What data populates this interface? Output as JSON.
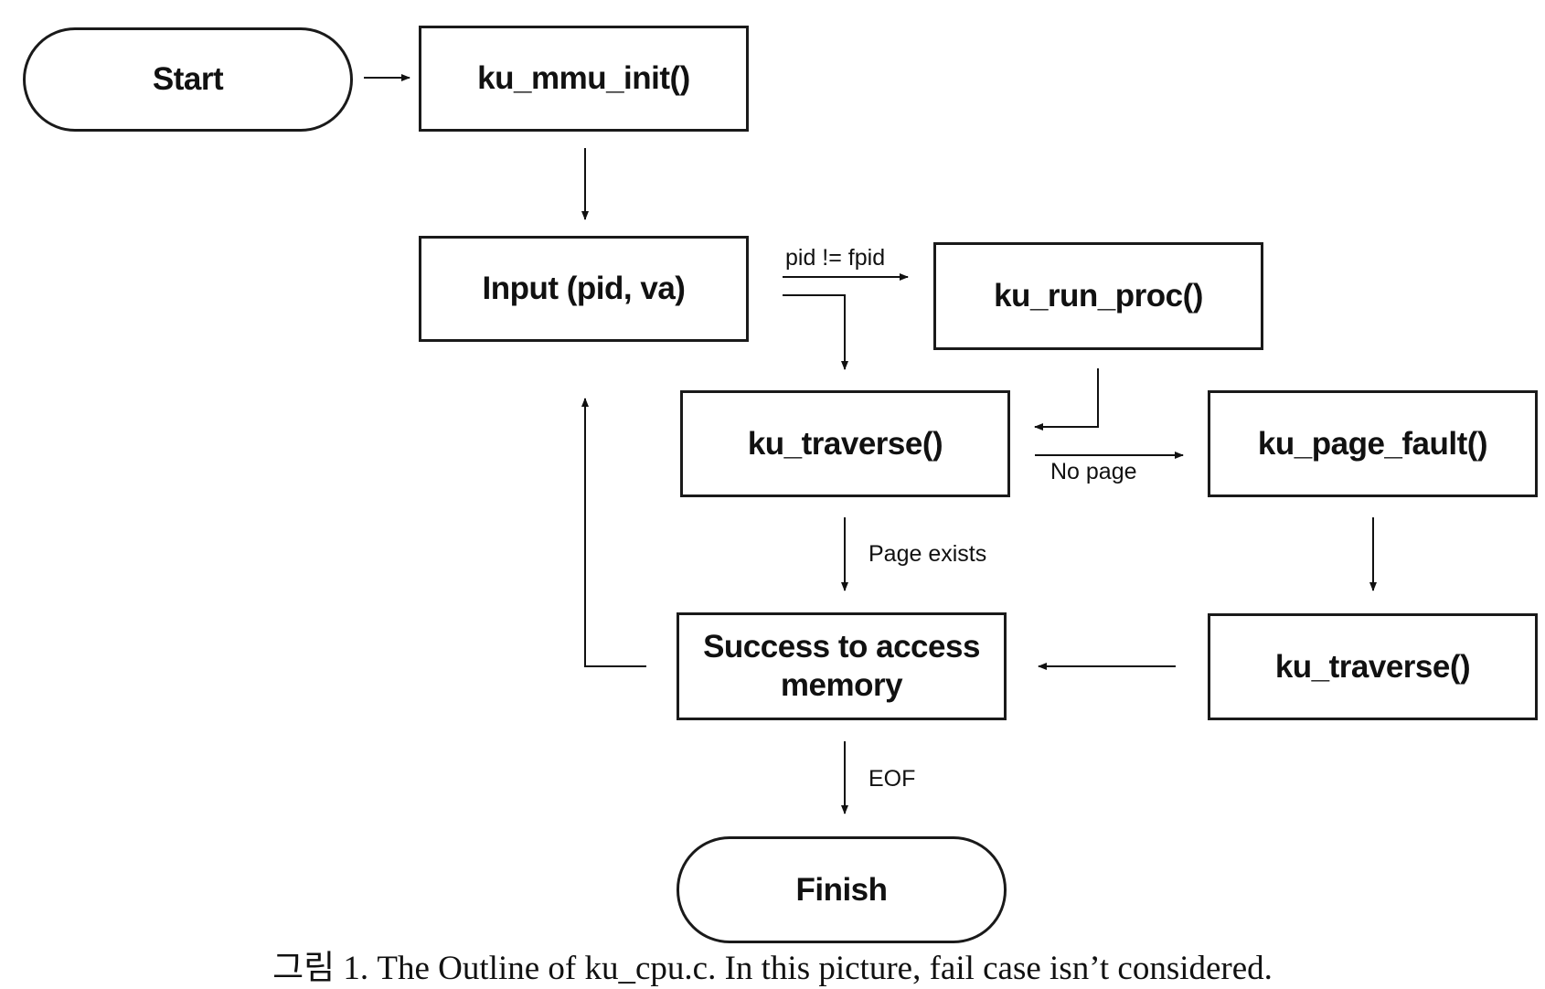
{
  "nodes": {
    "start": "Start",
    "mmu_init": "ku_mmu_init()",
    "input": "Input (pid, va)",
    "run_proc": "ku_run_proc()",
    "traverse": "ku_traverse()",
    "page_fault": "ku_page_fault()",
    "success": "Success to access memory",
    "traverse_retry": "ku_traverse()",
    "finish": "Finish"
  },
  "edge_labels": {
    "pid_check": "pid != fpid",
    "no_page": "No page",
    "page_exists": "Page exists",
    "eof": "EOF"
  },
  "caption": "그림 1. The Outline of  ku_cpu.c. In this picture, fail case isn’t considered."
}
